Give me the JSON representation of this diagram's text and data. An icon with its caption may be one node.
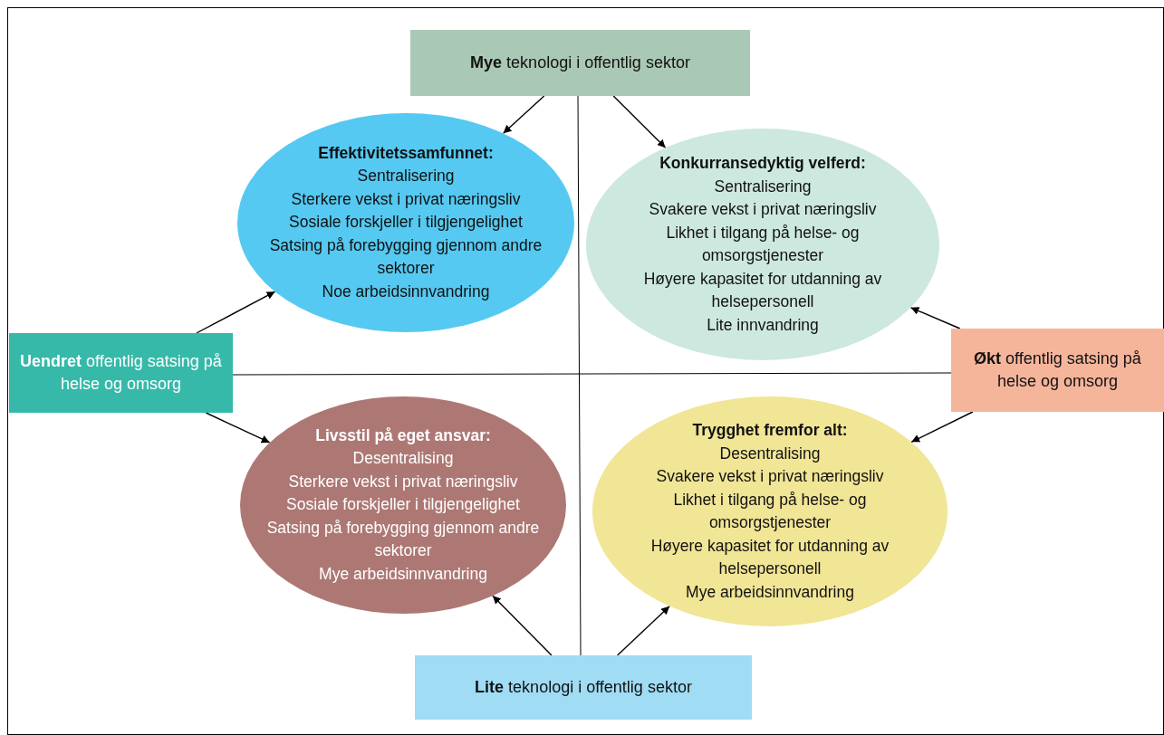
{
  "diagram": {
    "nodes": [
      {
        "text": [
          "**Mye** teknologi i offentlig sektor"
        ]
      },
      {
        "text": [
          "Effektivitetssamfunnet:",
          "Sentralisering",
          "Sterkere vekst i privat næringsliv",
          "Sosiale forskjeller i tilgjengelighet",
          "Satsing på forebygging gjennom andre sektorer",
          "Noe arbeidsinnvandring"
        ]
      },
      {
        "text": [
          "Konkurransedyktig velferd:",
          "Sentralisering",
          "Svakere vekst i privat næringsliv",
          "Likhet i tilgang på helse- og omsorgstjenester",
          "Høyere kapasitet for utdanning av helsepersonell",
          "Lite innvandring"
        ]
      },
      {
        "text": [
          "**Uendret** offentlig satsing på helse og omsorg"
        ]
      },
      {
        "text": [
          "**Økt** offentlig satsing på helse og omsorg"
        ]
      },
      {
        "text": [
          "Livsstil på eget ansvar:",
          "Desentralising",
          "Sterkere vekst i privat næringsliv",
          "Sosiale forskjeller i tilgjengelighet",
          "Satsing på forebygging gjennom andre sektorer",
          "Mye arbeidsinnvandring"
        ]
      },
      {
        "text": [
          "Trygghet fremfor alt:",
          "Desentralising",
          "Svakere vekst i privat næringsliv",
          "Likhet i tilgang på helse- og omsorgstjenester",
          "Høyere kapasitet for utdanning av helsepersonell",
          "Mye arbeidsinnvandring"
        ]
      },
      {
        "text": [
          "**Lite** teknologi i offentlig sektor"
        ]
      }
    ],
    "edges": [
      {
        "from": 0,
        "to": 1,
        "arrow": "to"
      },
      {
        "from": 0,
        "to": 2,
        "arrow": "to"
      },
      {
        "from": 3,
        "to": 1,
        "arrow": "to"
      },
      {
        "from": 3,
        "to": 5,
        "arrow": "to"
      },
      {
        "from": 4,
        "to": 2,
        "arrow": "to"
      },
      {
        "from": 4,
        "to": 6,
        "arrow": "to"
      },
      {
        "from": 7,
        "to": 5,
        "arrow": "to"
      },
      {
        "from": 7,
        "to": 6,
        "arrow": "to"
      }
    ]
  }
}
